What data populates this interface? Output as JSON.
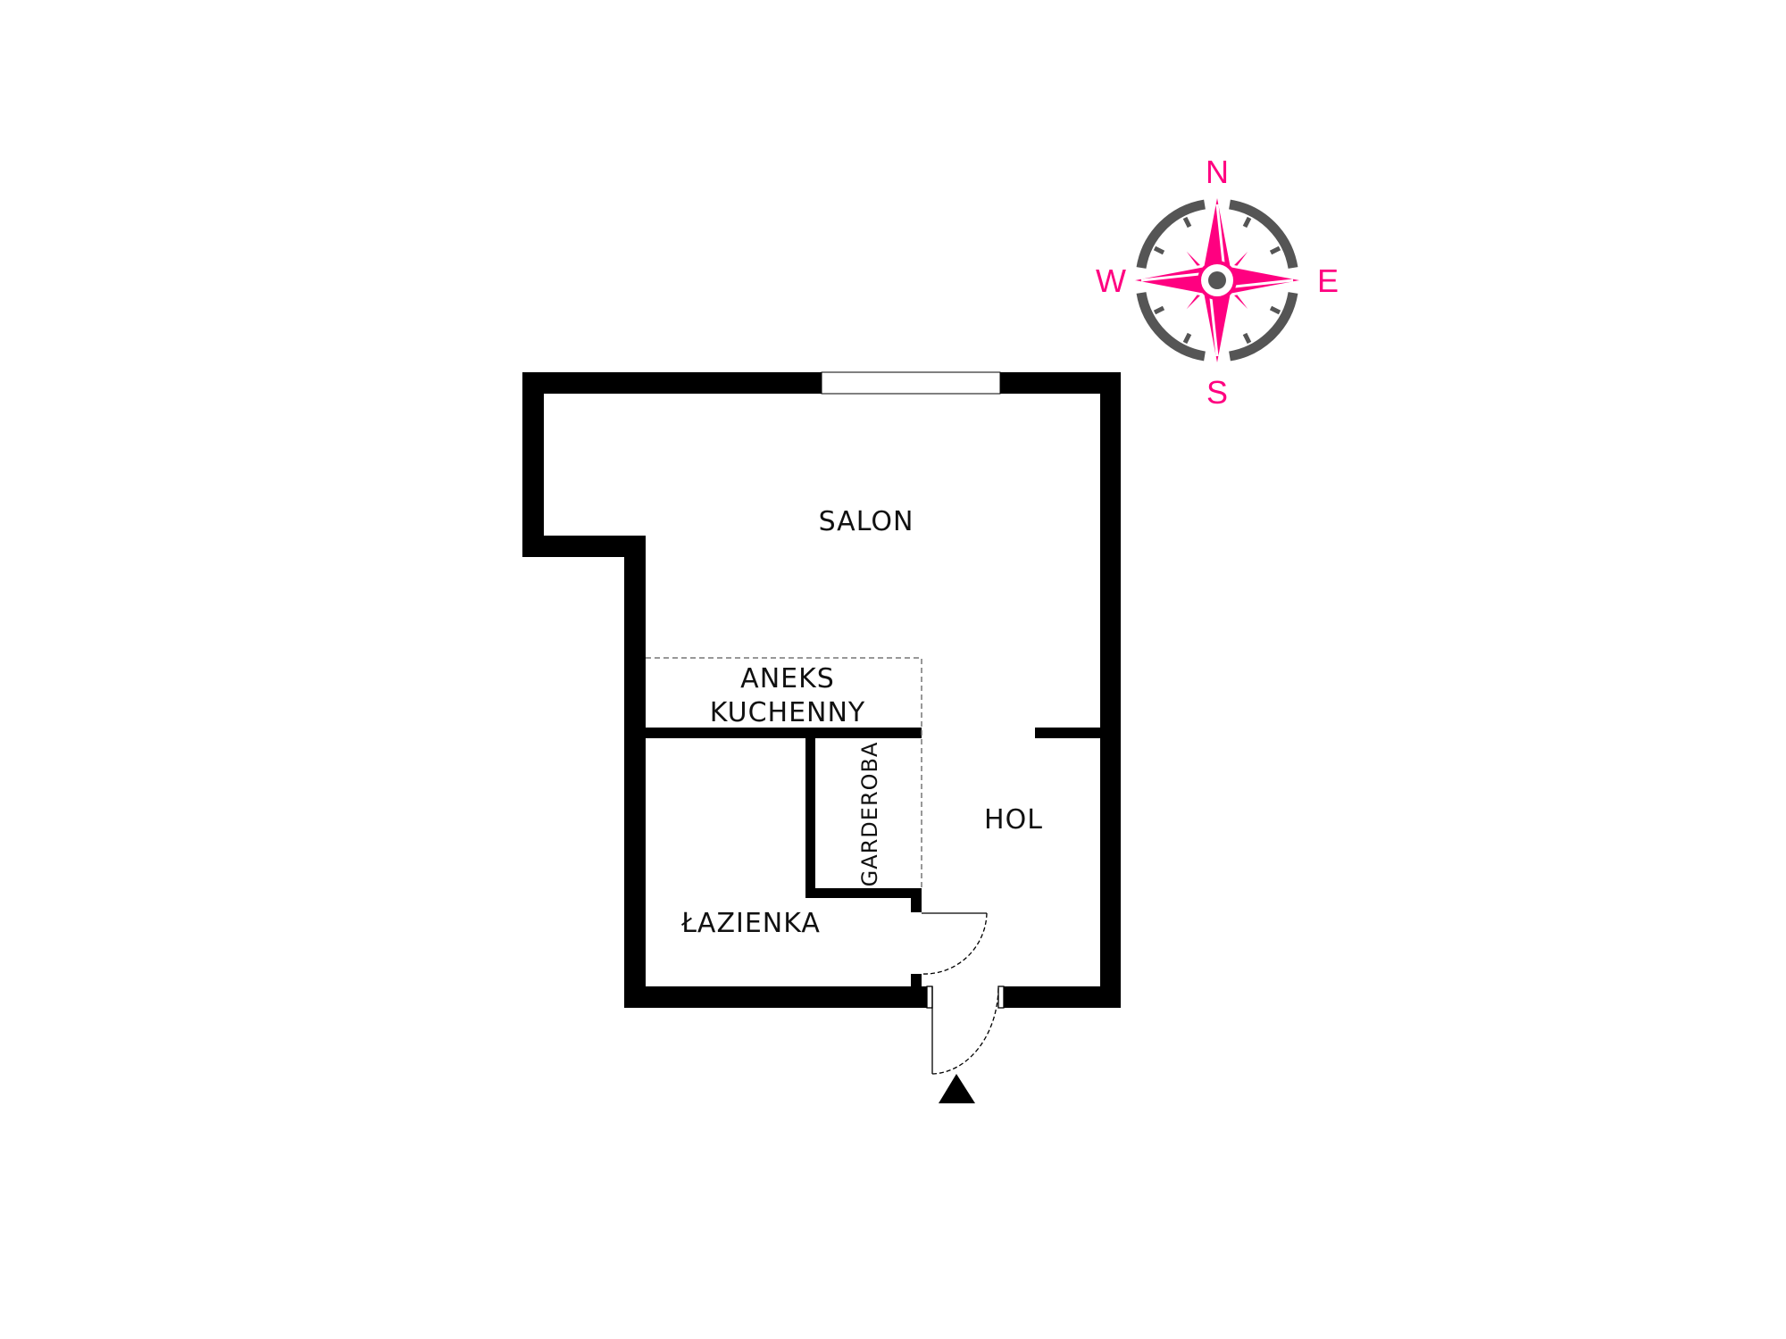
{
  "colors": {
    "wall": "#000000",
    "compass_accent": "#ff0080",
    "compass_ring": "#555555"
  },
  "rooms": {
    "salon": "SALON",
    "aneks_line1": "ANEKS",
    "aneks_line2": "KUCHENNY",
    "garderoba": "GARDEROBA",
    "hol": "HOL",
    "lazienka": "ŁAZIENKA"
  },
  "compass": {
    "north": "N",
    "south": "S",
    "east": "E",
    "west": "W"
  },
  "icons": {
    "entrance": "triangle-up-icon",
    "compass": "compass-rose-icon"
  }
}
